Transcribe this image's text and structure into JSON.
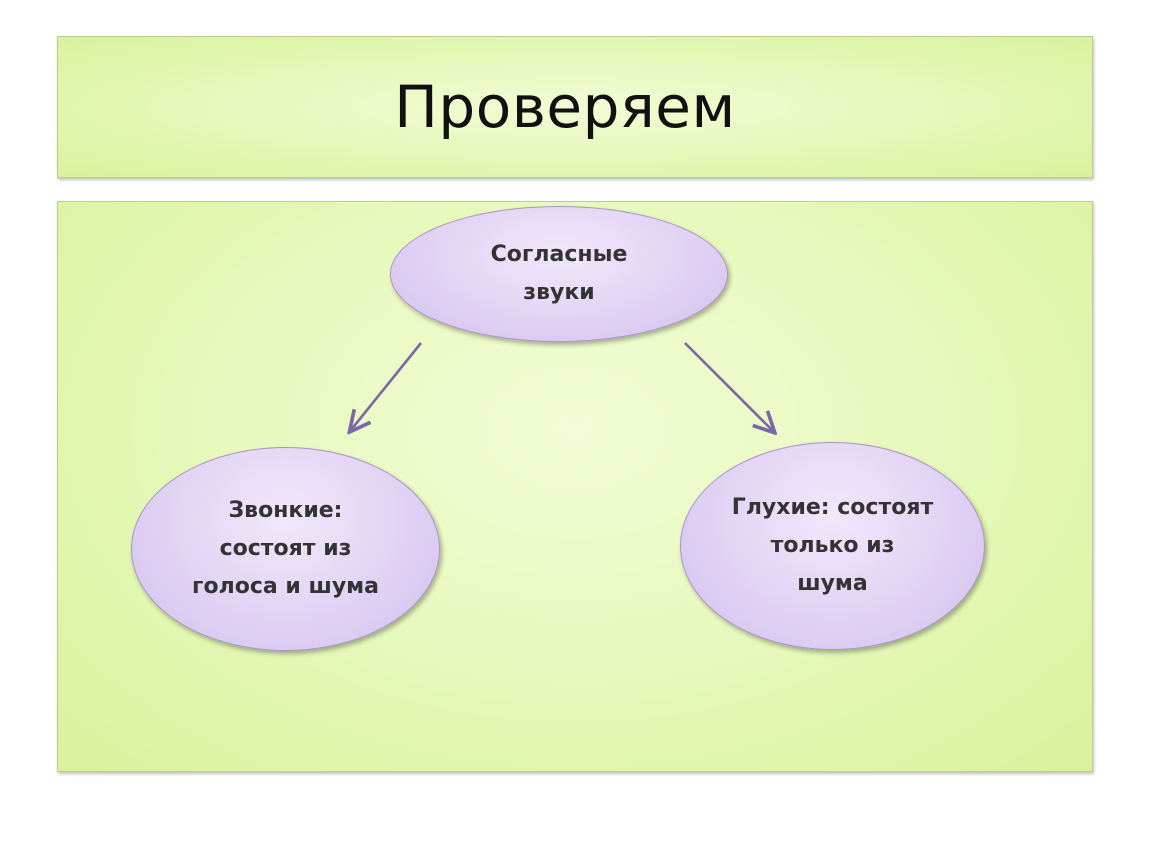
{
  "slide": {
    "title": "Проверяем"
  },
  "diagram": {
    "root": {
      "label": "Согласные\nзвуки"
    },
    "left": {
      "label": "Звонкие:\nсостоят из\nголоса и шума"
    },
    "right": {
      "label": "Глухие: состоят\nтолько из\nшума"
    }
  },
  "colors": {
    "panel_fill": "#e3f7b4",
    "node_fill": "#e1d2f4",
    "arrow": "#7b67a8"
  }
}
